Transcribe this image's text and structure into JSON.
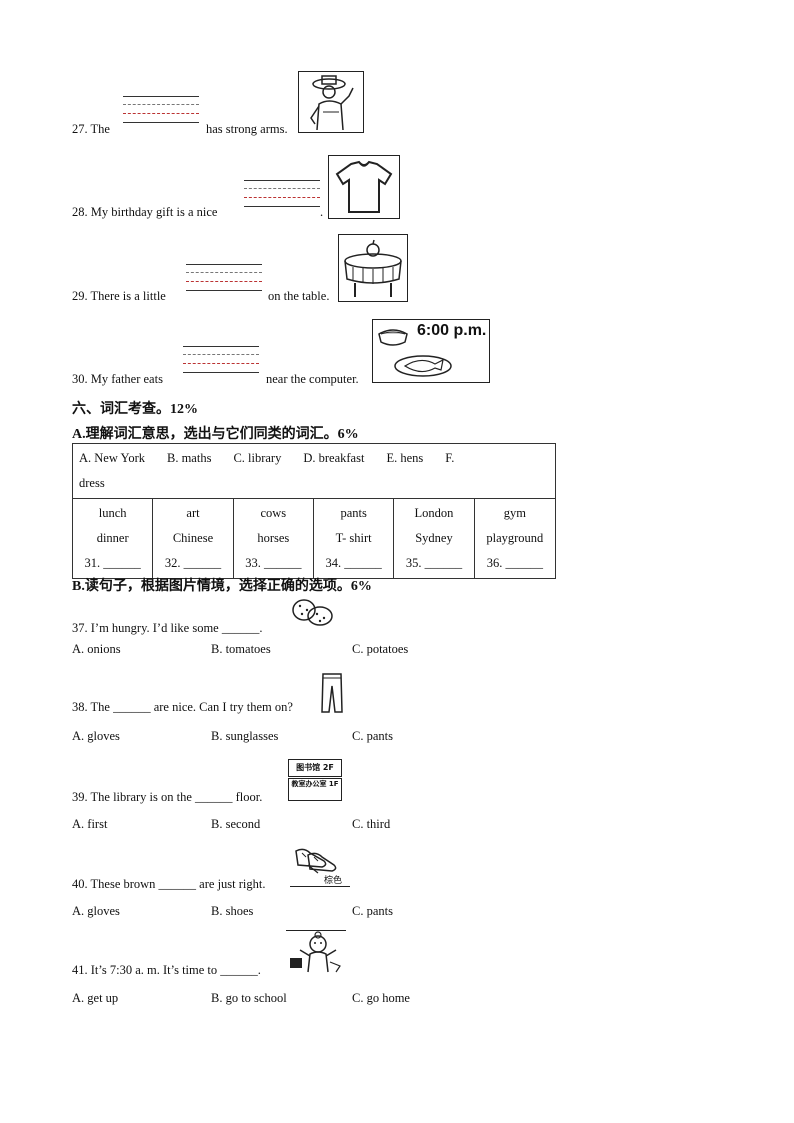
{
  "fill_questions": [
    {
      "before": "27. The",
      "after": "has strong arms.",
      "picture": "farmer-icon"
    },
    {
      "before": "28. My birthday gift is a nice",
      "after": ".",
      "picture": "t-shirt-icon"
    },
    {
      "before": "29. There is a little",
      "after": "on the table.",
      "picture": "table-apple-icon"
    },
    {
      "before": "30. My father eats",
      "after": "near the computer.",
      "picture": "dinner-clock-icon"
    }
  ],
  "dinner_time": "6:00 p.m.",
  "section6": {
    "title": "六、词汇考查。12%",
    "partA": {
      "title": "A.理解词汇意思，选出与它们同类的词汇。6%",
      "words": [
        "A. New York",
        "B. maths",
        "C. library",
        "D. breakfast",
        "E. hens",
        "F."
      ],
      "words_wrap": "dress",
      "columns": [
        {
          "w1": "lunch",
          "w2": "dinner",
          "blank": "31. ______"
        },
        {
          "w1": "art",
          "w2": "Chinese",
          "blank": "32. ______"
        },
        {
          "w1": "cows",
          "w2": "horses",
          "blank": "33. ______"
        },
        {
          "w1": "pants",
          "w2": "T- shirt",
          "blank": "34. ______"
        },
        {
          "w1": "London",
          "w2": "Sydney",
          "blank": "35. ______"
        },
        {
          "w1": "gym",
          "w2": "playground",
          "blank": "36. ______"
        }
      ]
    },
    "partB": {
      "title": "B.读句子，根据图片情境，选择正确的选项。6%",
      "questions": [
        {
          "text": "37. I’m hungry. I’d like some ______.",
          "options": [
            "A. onions",
            "B. tomatoes",
            "C. potatoes"
          ],
          "picture": "potatoes-icon"
        },
        {
          "text": "38. The ______ are nice. Can I try them on?",
          "options": [
            "A. gloves",
            "B. sunglasses",
            "C. pants"
          ],
          "picture": "pants-icon"
        },
        {
          "text": "39. The library is on the ______ floor.",
          "options": [
            "A. first",
            "B. second",
            "C. third"
          ],
          "picture": "floor-sign-icon"
        },
        {
          "text": "40. These brown ______ are just right.",
          "options": [
            "A. gloves",
            "B. shoes",
            "C. pants"
          ],
          "picture": "shoes-icon"
        },
        {
          "text": "41. It’s 7:30 a. m. It’s time to ______.",
          "options": [
            "A. get up",
            "B. go to school",
            "C. go home"
          ],
          "picture": "girl-waking-icon"
        }
      ],
      "sign_top": "图书馆 2F",
      "sign_bottom": "教室办公室 1F",
      "shoe_label": "棕色"
    }
  }
}
